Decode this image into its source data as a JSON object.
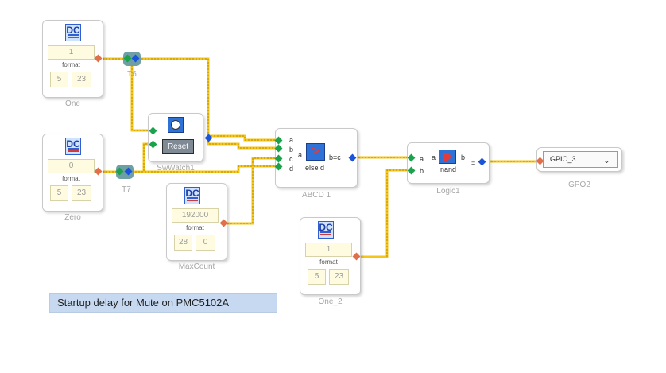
{
  "blocks": {
    "one": {
      "value": "1",
      "format": "format",
      "f1": "5",
      "f2": "23",
      "caption": "One"
    },
    "zero": {
      "value": "0",
      "format": "format",
      "f1": "5",
      "f2": "23",
      "caption": "Zero"
    },
    "maxcount": {
      "value": "192000",
      "format": "format",
      "f1": "28",
      "f2": "0",
      "caption": "MaxCount"
    },
    "one_2": {
      "value": "1",
      "format": "format",
      "f1": "5",
      "f2": "23",
      "caption": "One_2"
    },
    "t6": {
      "caption": "T6"
    },
    "t7": {
      "caption": "T7"
    },
    "swatch": {
      "button": "Reset",
      "caption": "SwWatch1"
    },
    "abcd": {
      "ports": [
        "a",
        "b",
        "c",
        "d"
      ],
      "inner_a": "a",
      "inner_text": "else d",
      "out": "b=c",
      "caption": "ABCD 1"
    },
    "logic": {
      "ports": [
        "a",
        "b"
      ],
      "inner_a": "a",
      "inner_b": "b",
      "op": "nand",
      "eq": "=",
      "caption": "Logic1"
    },
    "gpo": {
      "selected": "GPIO_3",
      "caption": "GPO2"
    }
  },
  "note": "Startup delay for Mute on PMC5102A",
  "dc_label": "DC",
  "colors": {
    "wire_yellow": "#f5c51a",
    "port_green": "#1aa34a",
    "port_blue": "#1a55d9",
    "port_red": "#e0704a"
  }
}
